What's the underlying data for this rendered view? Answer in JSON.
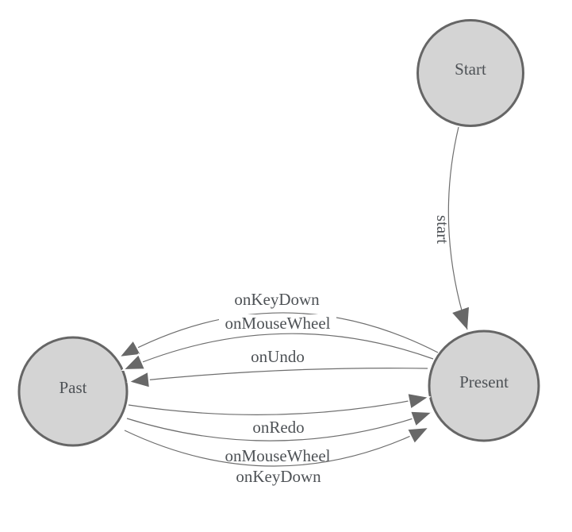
{
  "diagram": {
    "type": "finite-state-machine",
    "background": "#ffffff",
    "colors": {
      "node_fill": "#d4d4d4",
      "node_stroke": "#666666",
      "edge_stroke": "#6e6e6e",
      "arrow_fill": "#686868",
      "label_color": "#4e5256"
    },
    "nodes": [
      {
        "id": "start",
        "label": "Start"
      },
      {
        "id": "past",
        "label": "Past"
      },
      {
        "id": "present",
        "label": "Present"
      }
    ],
    "edges": [
      {
        "from": "start",
        "to": "present",
        "label": "start"
      },
      {
        "from": "present",
        "to": "past",
        "label": "onKeyDown"
      },
      {
        "from": "present",
        "to": "past",
        "label": "onMouseWheel"
      },
      {
        "from": "present",
        "to": "past",
        "label": "onUndo"
      },
      {
        "from": "past",
        "to": "present",
        "label": "onRedo"
      },
      {
        "from": "past",
        "to": "present",
        "label": "onMouseWheel"
      },
      {
        "from": "past",
        "to": "present",
        "label": "onKeyDown"
      }
    ]
  }
}
